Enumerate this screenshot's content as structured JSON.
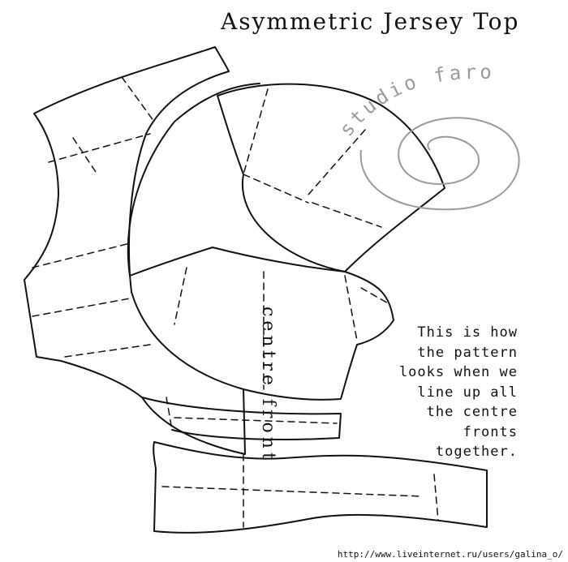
{
  "title": "Asymmetric Jersey Top",
  "watermark": "studio faro",
  "centre_label": "centre front",
  "note_lines": [
    "This is how",
    "the pattern",
    "looks when we",
    "line up all",
    "the centre",
    "fronts",
    "together."
  ],
  "credit": "http://www.liveinternet.ru/users/galina_o/",
  "colors": {
    "line": "#111111",
    "watermark": "#9a9a9a",
    "background": "#ffffff"
  }
}
